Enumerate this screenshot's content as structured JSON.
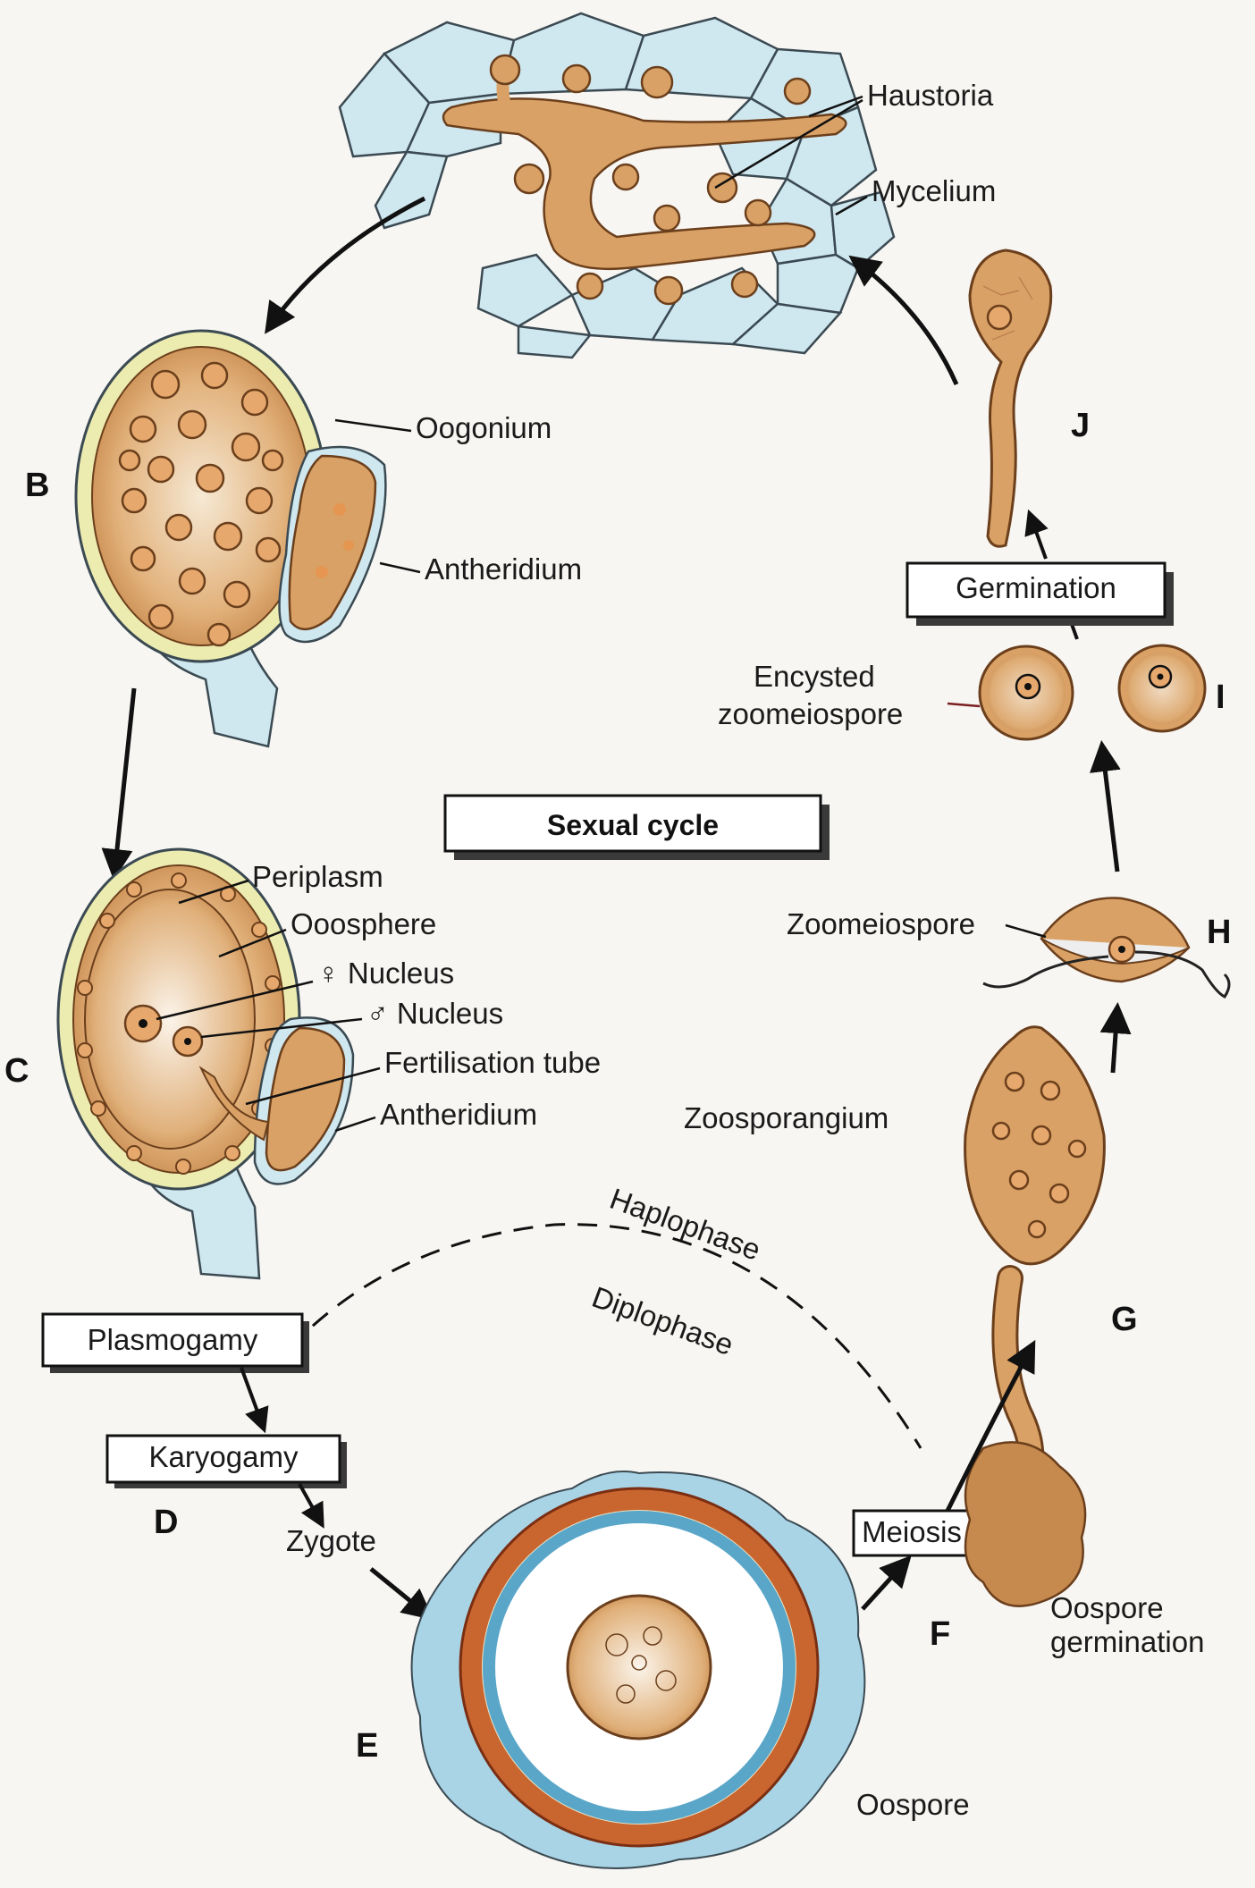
{
  "labels": {
    "haustoria": "Haustoria",
    "mycelium": "Mycelium",
    "oogonium": "Oogonium",
    "antheridium_b": "Antheridium",
    "periplasm": "Periplasm",
    "ooosphere": "Ooosphere",
    "female_nucleus": "♀ Nucleus",
    "male_nucleus": "♂ Nucleus",
    "fertilisation_tube": "Fertilisation tube",
    "antheridium_c": "Antheridium",
    "zoosporangium": "Zoosporangium",
    "haplophase": "Haplophase",
    "diplophase": "Diplophase",
    "zygote": "Zygote",
    "oospore": "Oospore",
    "oospore_germination_1": "Oospore",
    "oospore_germination_2": "germination",
    "zoomeiospore": "Zoomeiospore",
    "encysted_1": "Encysted",
    "encysted_2": "zoomeiospore"
  },
  "boxes": {
    "sexual_cycle": "Sexual cycle",
    "germination": "Germination",
    "plasmogamy": "Plasmogamy",
    "karyogamy": "Karyogamy",
    "meiosis": "Meiosis"
  },
  "stage_letters": {
    "b": "B",
    "c": "C",
    "d": "D",
    "e": "E",
    "f": "F",
    "g": "G",
    "h": "H",
    "i": "I",
    "j": "J"
  },
  "colors": {
    "host_cell": "#cfe7ef",
    "fungal_tissue": "#d9a165",
    "wall_yellow": "#ecebb0",
    "oospore_outer": "#a9d4e6",
    "oospore_mid": "#c9652f"
  }
}
